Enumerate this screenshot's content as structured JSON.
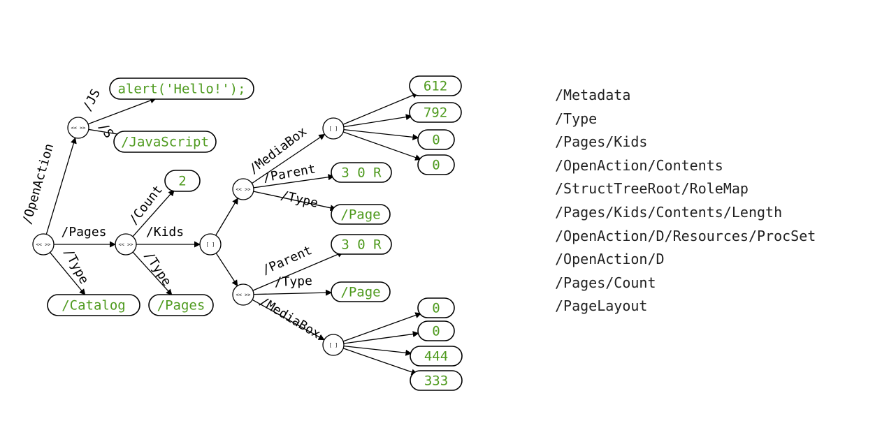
{
  "tree": {
    "nodes": {
      "root": "<< >>",
      "open_action": "<< >>",
      "pages": "<< >>",
      "kids": "[ ]",
      "page1": "<< >>",
      "page2": "<< >>",
      "mediabox1": "[ ]",
      "mediabox2": "[ ]"
    },
    "edges": {
      "root_open_action": "/OpenAction",
      "root_pages": "/Pages",
      "root_type": "/Type",
      "open_action_js": "/JS",
      "open_action_s": "/S",
      "pages_count": "/Count",
      "pages_kids": "/Kids",
      "pages_type": "/Type",
      "page1_mediabox": "/MediaBox",
      "page1_parent": "/Parent",
      "page1_type": "/Type",
      "page2_parent": "/Parent",
      "page2_type": "/Type",
      "page2_mediabox": "/MediaBox"
    },
    "leaves": {
      "js": "alert('Hello!');",
      "javascript": "/JavaScript",
      "catalog": "/Catalog",
      "pages_type": "/Pages",
      "count": "2",
      "page1_parent": "3 0 R",
      "page1_type": "/Page",
      "page2_parent": "3 0 R",
      "page2_type": "/Page",
      "mb1_0": "612",
      "mb1_1": "792",
      "mb1_2": "0",
      "mb1_3": "0",
      "mb2_0": "0",
      "mb2_1": "0",
      "mb2_2": "444",
      "mb2_3": "333"
    }
  },
  "paths": [
    "/Metadata",
    "/Type",
    "/Pages/Kids",
    "/OpenAction/Contents",
    "/StructTreeRoot/RoleMap",
    "/Pages/Kids/Contents/Length",
    "/OpenAction/D/Resources/ProcSet",
    "/OpenAction/D",
    "/Pages/Count",
    "/PageLayout"
  ],
  "colors": {
    "leaf_text": "#4e9a1e",
    "outline": "#000000"
  }
}
